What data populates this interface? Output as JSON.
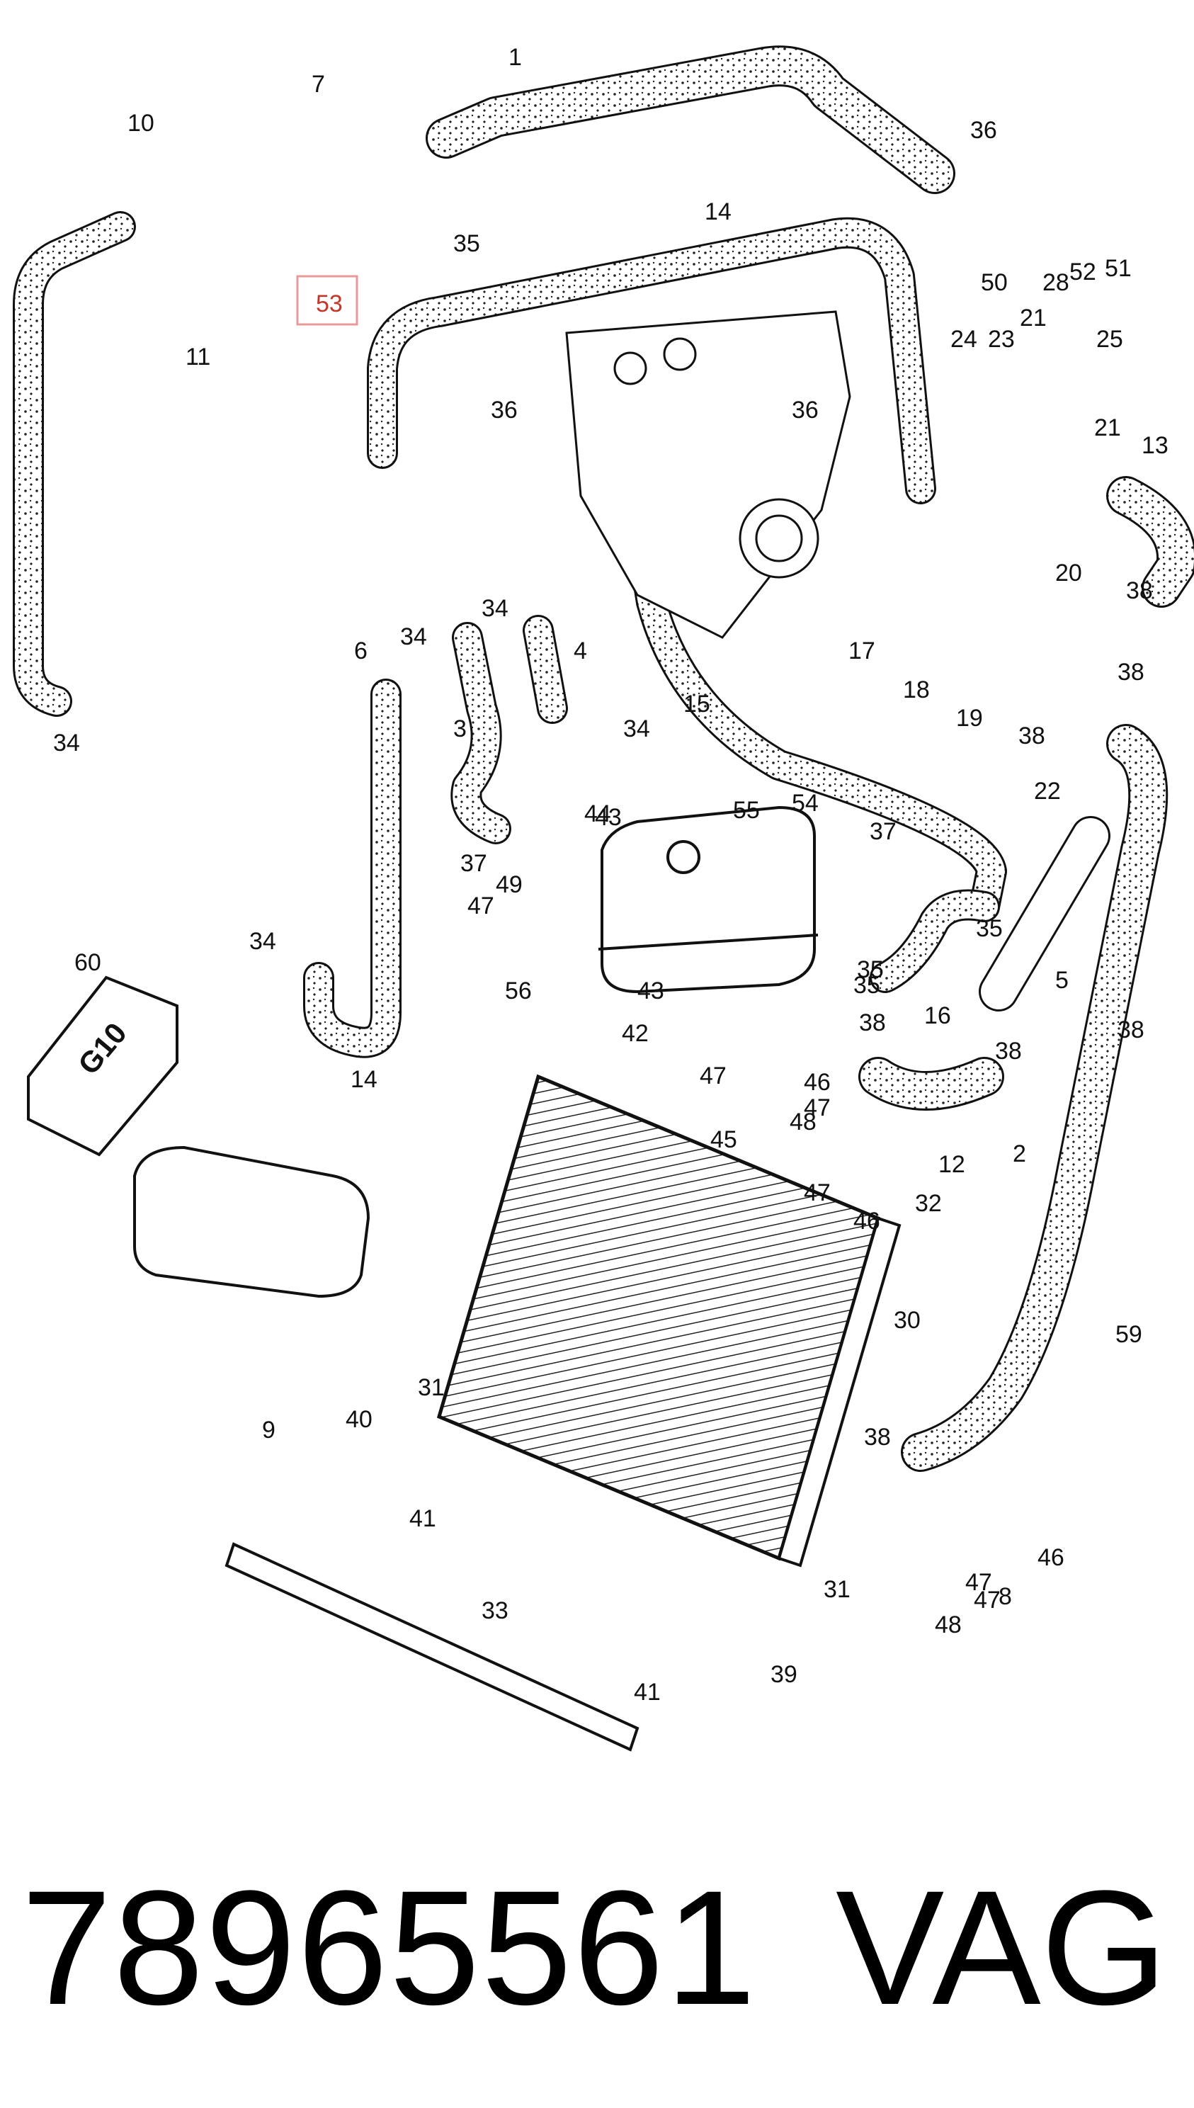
{
  "diagram": {
    "highlight_color": "#e89a9a",
    "callouts": [
      "1",
      "2",
      "3",
      "4",
      "5",
      "6",
      "7",
      "8",
      "9",
      "10",
      "11",
      "12",
      "13",
      "14",
      "14",
      "15",
      "16",
      "17",
      "18",
      "19",
      "20",
      "21",
      "21",
      "22",
      "23",
      "24",
      "25",
      "28",
      "30",
      "31",
      "31",
      "32",
      "33",
      "34",
      "34",
      "34",
      "34",
      "34",
      "35",
      "35",
      "35",
      "35",
      "36",
      "36",
      "36",
      "37",
      "37",
      "38",
      "38",
      "38",
      "38",
      "38",
      "38",
      "38",
      "39",
      "40",
      "41",
      "41",
      "42",
      "43",
      "43",
      "44",
      "45",
      "46",
      "46",
      "46",
      "47",
      "47",
      "47",
      "47",
      "47",
      "47",
      "48",
      "48",
      "49",
      "50",
      "51",
      "52",
      "53",
      "54",
      "55",
      "56",
      "59",
      "60"
    ],
    "reservoir_label": "G10"
  },
  "footer": {
    "part_number": "78965561",
    "brand": "VAG"
  }
}
